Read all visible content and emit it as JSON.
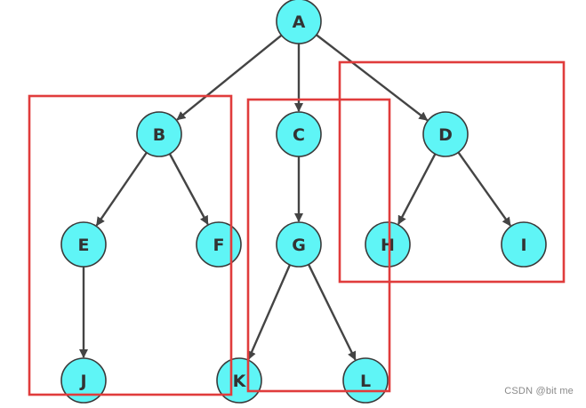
{
  "diagram": {
    "nodes": [
      {
        "id": "A",
        "label": "A"
      },
      {
        "id": "B",
        "label": "B"
      },
      {
        "id": "C",
        "label": "C"
      },
      {
        "id": "D",
        "label": "D"
      },
      {
        "id": "E",
        "label": "E"
      },
      {
        "id": "F",
        "label": "F"
      },
      {
        "id": "G",
        "label": "G"
      },
      {
        "id": "H",
        "label": "H"
      },
      {
        "id": "I",
        "label": "I"
      },
      {
        "id": "J",
        "label": "J"
      },
      {
        "id": "K",
        "label": "K"
      },
      {
        "id": "L",
        "label": "L"
      }
    ],
    "edges": [
      {
        "from": "A",
        "to": "B"
      },
      {
        "from": "A",
        "to": "C"
      },
      {
        "from": "A",
        "to": "D"
      },
      {
        "from": "B",
        "to": "E"
      },
      {
        "from": "B",
        "to": "F"
      },
      {
        "from": "C",
        "to": "G"
      },
      {
        "from": "D",
        "to": "H"
      },
      {
        "from": "D",
        "to": "I"
      },
      {
        "from": "E",
        "to": "J"
      },
      {
        "from": "G",
        "to": "K"
      },
      {
        "from": "G",
        "to": "L"
      }
    ],
    "groups": [
      {
        "id": "subtree-b",
        "members": [
          "B",
          "E",
          "F",
          "J"
        ]
      },
      {
        "id": "subtree-c",
        "members": [
          "C",
          "G",
          "K",
          "L"
        ]
      },
      {
        "id": "subtree-d",
        "members": [
          "D",
          "H",
          "I"
        ]
      }
    ],
    "colors": {
      "node_fill": "#5ff5f6",
      "node_stroke": "#3a3a3a",
      "edge": "#444444",
      "group_box": "#e03c3c",
      "label": "#333333"
    }
  },
  "watermark": "CSDN @bit me"
}
